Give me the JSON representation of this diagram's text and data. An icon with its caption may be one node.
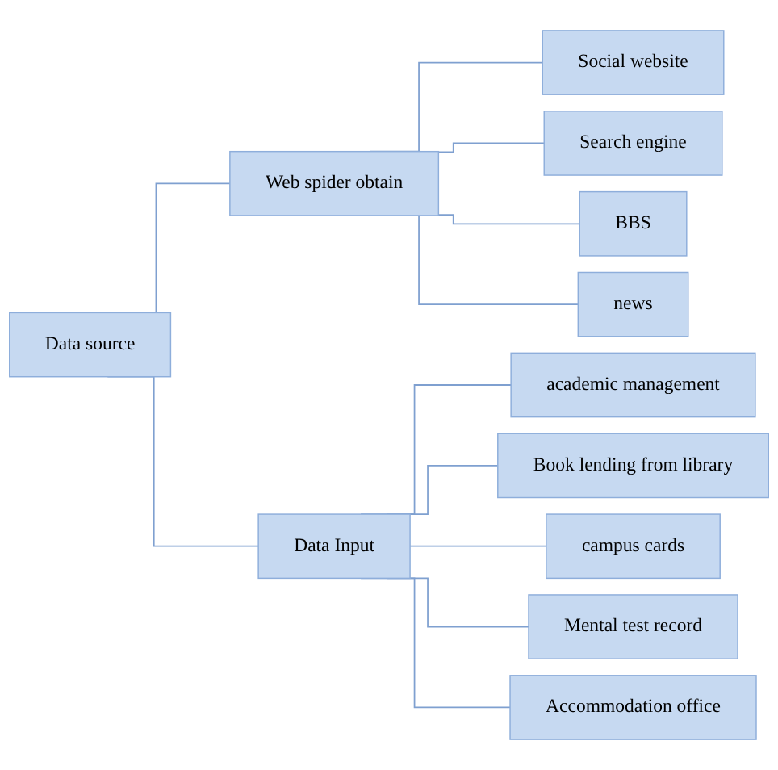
{
  "diagram": {
    "nodes": [
      {
        "text": [
          "Data source"
        ]
      },
      {
        "text": [
          "Web spider obtain"
        ]
      },
      {
        "text": [
          "Social website"
        ]
      },
      {
        "text": [
          "Search engine"
        ]
      },
      {
        "text": [
          "BBS"
        ]
      },
      {
        "text": [
          "news"
        ]
      },
      {
        "text": [
          "Data Input"
        ]
      },
      {
        "text": [
          "academic management"
        ]
      },
      {
        "text": [
          "Book lending from library"
        ]
      },
      {
        "text": [
          "campus cards"
        ]
      },
      {
        "text": [
          "Mental test record"
        ]
      },
      {
        "text": [
          "Accommodation office"
        ]
      }
    ],
    "edges": [
      {
        "from": 0,
        "to": 1,
        "arrow": "none"
      },
      {
        "from": 0,
        "to": 6,
        "arrow": "none"
      },
      {
        "from": 1,
        "to": 2,
        "arrow": "none"
      },
      {
        "from": 1,
        "to": 3,
        "arrow": "none"
      },
      {
        "from": 1,
        "to": 4,
        "arrow": "none"
      },
      {
        "from": 1,
        "to": 5,
        "arrow": "none"
      },
      {
        "from": 6,
        "to": 7,
        "arrow": "none"
      },
      {
        "from": 6,
        "to": 8,
        "arrow": "none"
      },
      {
        "from": 6,
        "to": 9,
        "arrow": "none"
      },
      {
        "from": 6,
        "to": 10,
        "arrow": "none"
      },
      {
        "from": 6,
        "to": 11,
        "arrow": "none"
      }
    ]
  }
}
